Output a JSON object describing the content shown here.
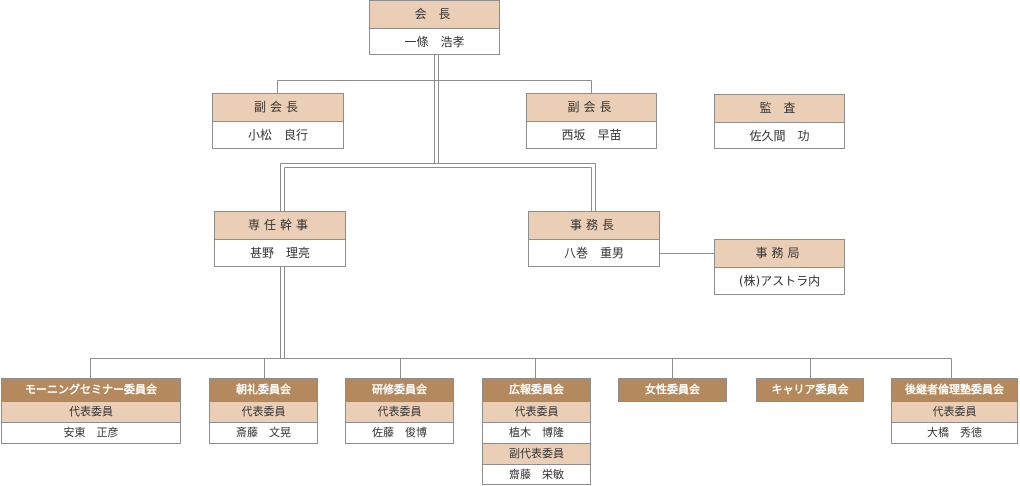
{
  "top": {
    "president": {
      "title": "会 長",
      "name": "一條　浩孝"
    },
    "vp_left": {
      "title": "副会長",
      "name": "小松　良行"
    },
    "vp_right": {
      "title": "副会長",
      "name": "西坂　早苗"
    },
    "auditor": {
      "title": "監 査",
      "name": "佐久間　功"
    },
    "executive_secretary": {
      "title": "専任幹事",
      "name": "甚野　理亮"
    },
    "secretary_general": {
      "title": "事務長",
      "name": "八巻　重男"
    },
    "office": {
      "title": "事務局",
      "name": "(株)アストラ内"
    }
  },
  "committees": [
    {
      "title": "モーニングセミナー委員会",
      "roles": [
        {
          "role": "代表委員",
          "name": "安東　正彦"
        }
      ]
    },
    {
      "title": "朝礼委員会",
      "roles": [
        {
          "role": "代表委員",
          "name": "斎藤　文晃"
        }
      ]
    },
    {
      "title": "研修委員会",
      "roles": [
        {
          "role": "代表委員",
          "name": "佐藤　俊博"
        }
      ]
    },
    {
      "title": "広報委員会",
      "roles": [
        {
          "role": "代表委員",
          "name": "植木　博隆"
        },
        {
          "role": "副代表委員",
          "name": "齋藤　栄敏"
        }
      ]
    },
    {
      "title": "女性委員会",
      "roles": []
    },
    {
      "title": "キャリア委員会",
      "roles": []
    },
    {
      "title": "後継者倫理塾委員会",
      "roles": [
        {
          "role": "代表委員",
          "name": "大橋　秀徳"
        }
      ]
    }
  ],
  "colors": {
    "header_top": "#eacfb6",
    "header_committee": "#b4895d",
    "border": "#8d8d8d",
    "line": "#8d8d8d"
  }
}
